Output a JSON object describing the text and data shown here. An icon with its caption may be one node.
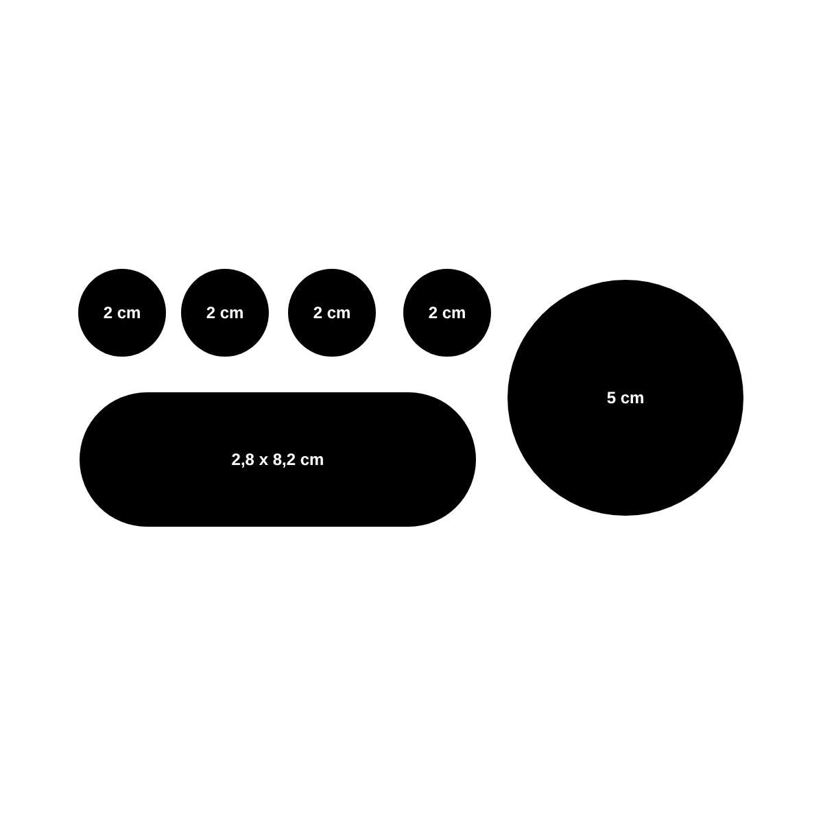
{
  "diagram": {
    "nodes": [
      {
        "text": [
          "2 cm"
        ]
      },
      {
        "text": [
          "2 cm"
        ]
      },
      {
        "text": [
          "2 cm"
        ]
      },
      {
        "text": [
          "2 cm"
        ]
      },
      {
        "text": [
          "5 cm"
        ]
      },
      {
        "text": [
          "2,8 x 8,2 cm"
        ]
      }
    ]
  }
}
